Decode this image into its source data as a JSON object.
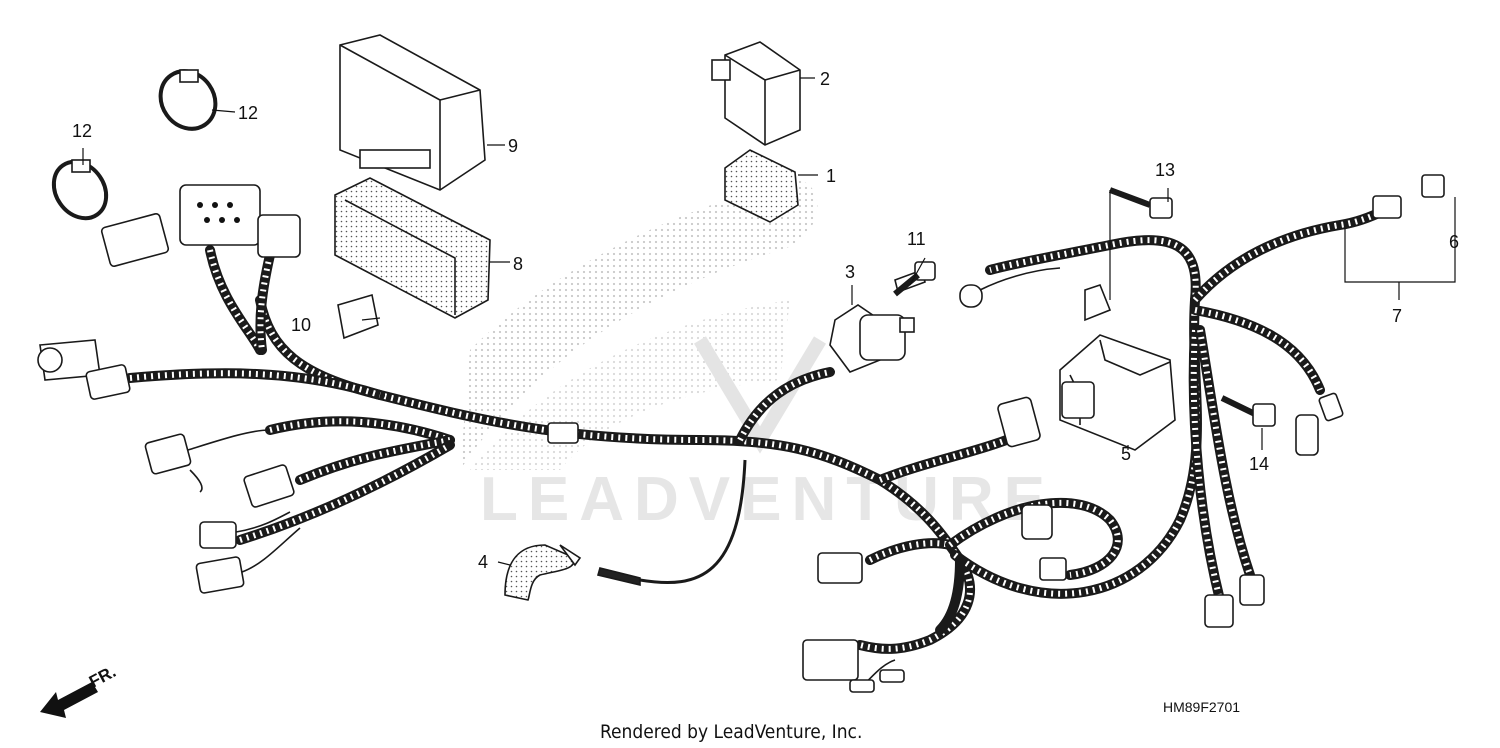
{
  "diagram": {
    "callouts": [
      {
        "id": "c1",
        "label": "1"
      },
      {
        "id": "c2",
        "label": "2"
      },
      {
        "id": "c3",
        "label": "3"
      },
      {
        "id": "c4",
        "label": "4"
      },
      {
        "id": "c5",
        "label": "5"
      },
      {
        "id": "c6",
        "label": "6"
      },
      {
        "id": "c7",
        "label": "7"
      },
      {
        "id": "c8",
        "label": "8"
      },
      {
        "id": "c9",
        "label": "9"
      },
      {
        "id": "c10",
        "label": "10"
      },
      {
        "id": "c11",
        "label": "11"
      },
      {
        "id": "c12a",
        "label": "12"
      },
      {
        "id": "c12b",
        "label": "12"
      },
      {
        "id": "c13",
        "label": "13"
      },
      {
        "id": "c14",
        "label": "14"
      }
    ],
    "direction_label": "FR.",
    "diagram_code": "HM89F2701",
    "credit": "Rendered by LeadVenture, Inc.",
    "watermark": "LEADVENTURE"
  }
}
